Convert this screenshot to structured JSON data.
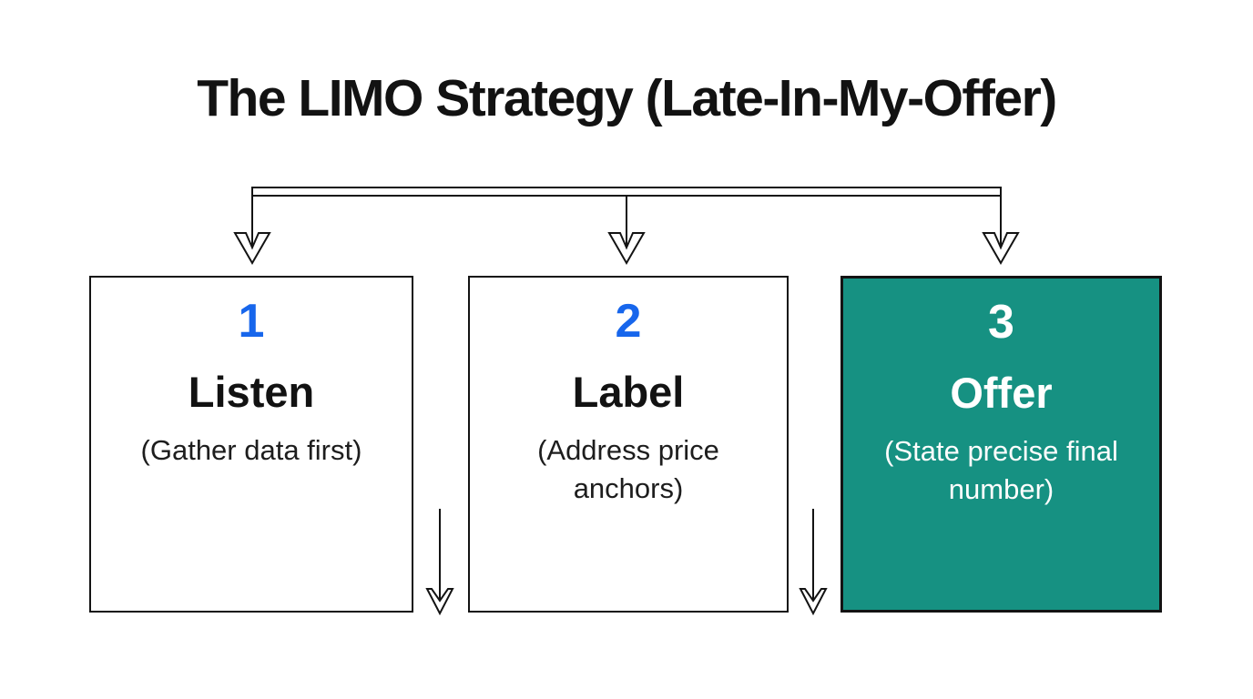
{
  "title": "The LIMO Strategy (Late-In-My-Offer)",
  "colors": {
    "accent_blue": "#1766ec",
    "highlight_teal": "#169182",
    "line_black": "#131313"
  },
  "steps": [
    {
      "number": "1",
      "name": "Listen",
      "note": "(Gather data first)",
      "highlighted": false
    },
    {
      "number": "2",
      "name": "Label",
      "note": "(Address price anchors)",
      "highlighted": false
    },
    {
      "number": "3",
      "name": "Offer",
      "note": "(State precise final number)",
      "highlighted": true
    }
  ]
}
